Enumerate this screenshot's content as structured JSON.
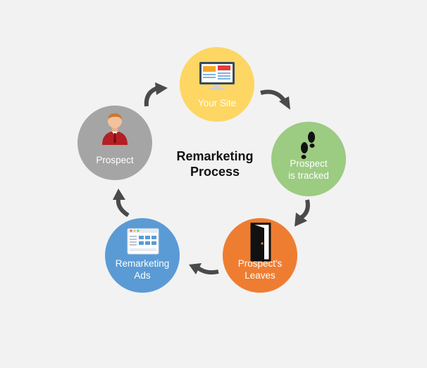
{
  "title": "Remarketing\nProcess",
  "nodes": {
    "site": {
      "label": "Your Site",
      "color": "#fdd663",
      "icon": "monitor-icon"
    },
    "tracked": {
      "label": "Prospect\nis tracked",
      "color": "#9ccb82",
      "icon": "footprints-icon"
    },
    "leaves": {
      "label": "Prospect's\nLeaves",
      "color": "#ee7d31",
      "icon": "open-door-icon"
    },
    "ads": {
      "label": "Remarketing\nAds",
      "color": "#5a9bd5",
      "icon": "ad-window-icon"
    },
    "prospect": {
      "label": "Prospect",
      "color": "#a5a5a5",
      "icon": "person-icon"
    }
  },
  "arrow_color": "#4a4a4a"
}
